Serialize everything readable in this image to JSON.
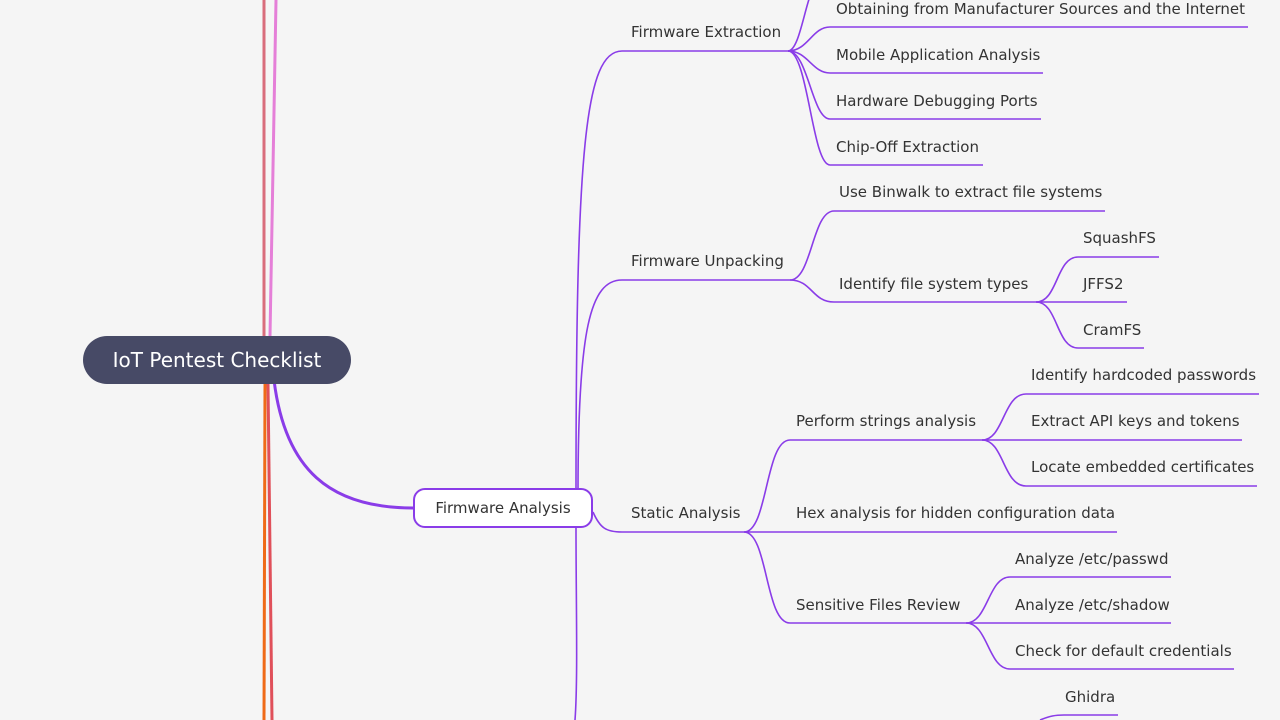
{
  "root": {
    "label": "IoT Pentest Checklist"
  },
  "main": {
    "label": "Firmware Analysis"
  },
  "branches": {
    "firmware_extraction": {
      "label": "Firmware Extraction",
      "children": [
        "Obtaining from Manufacturer Sources and the Internet",
        "Mobile Application Analysis",
        "Hardware Debugging Ports",
        "Chip-Off Extraction"
      ]
    },
    "firmware_unpacking": {
      "label": "Firmware Unpacking",
      "binwalk": "Use Binwalk to extract file systems",
      "identify_fs": {
        "label": "Identify file system types",
        "children": [
          "SquashFS",
          "JFFS2",
          "CramFS"
        ]
      }
    },
    "static_analysis": {
      "label": "Static Analysis",
      "strings": {
        "label": "Perform strings analysis",
        "children": [
          "Identify hardcoded passwords",
          "Extract API keys and tokens",
          "Locate embedded certificates"
        ]
      },
      "hex": "Hex analysis for hidden configuration data",
      "sensitive": {
        "label": "Sensitive Files Review",
        "children": [
          "Analyze /etc/passwd",
          "Analyze /etc/shadow",
          "Check for default credentials"
        ]
      }
    },
    "tools": {
      "children": [
        "Ghidra"
      ]
    }
  },
  "colors": {
    "background": "#f5f5f5",
    "root_fill": "#474a66",
    "purple": "#8a3ce8",
    "branch_pink": "#e57fd8",
    "branch_rose": "#d96d7c",
    "branch_orange": "#ef6a18",
    "branch_red": "#e0505a"
  }
}
